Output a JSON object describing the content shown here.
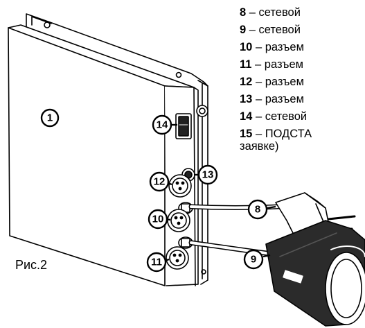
{
  "legend": {
    "items": [
      {
        "num": "8",
        "text": " – сетевой"
      },
      {
        "num": "9",
        "text": " – сетевой"
      },
      {
        "num": "10",
        "text": " – разъем"
      },
      {
        "num": "11",
        "text": " – разъем"
      },
      {
        "num": "12",
        "text": " – разъем"
      },
      {
        "num": "13",
        "text": " – разъем"
      },
      {
        "num": "14",
        "text": " – сетевой"
      },
      {
        "num": "15",
        "text": " – ПОДСТА"
      }
    ],
    "continuation": "заявке)"
  },
  "figure": {
    "caption": "Рис.2",
    "callouts": {
      "c1": "1",
      "c8": "8",
      "c9": "9",
      "c10": "10",
      "c11": "11",
      "c12": "12",
      "c13": "13",
      "c14": "14"
    }
  },
  "colors": {
    "line": "#000000",
    "background": "#ffffff",
    "plug_fill": "#2b2b2b"
  }
}
